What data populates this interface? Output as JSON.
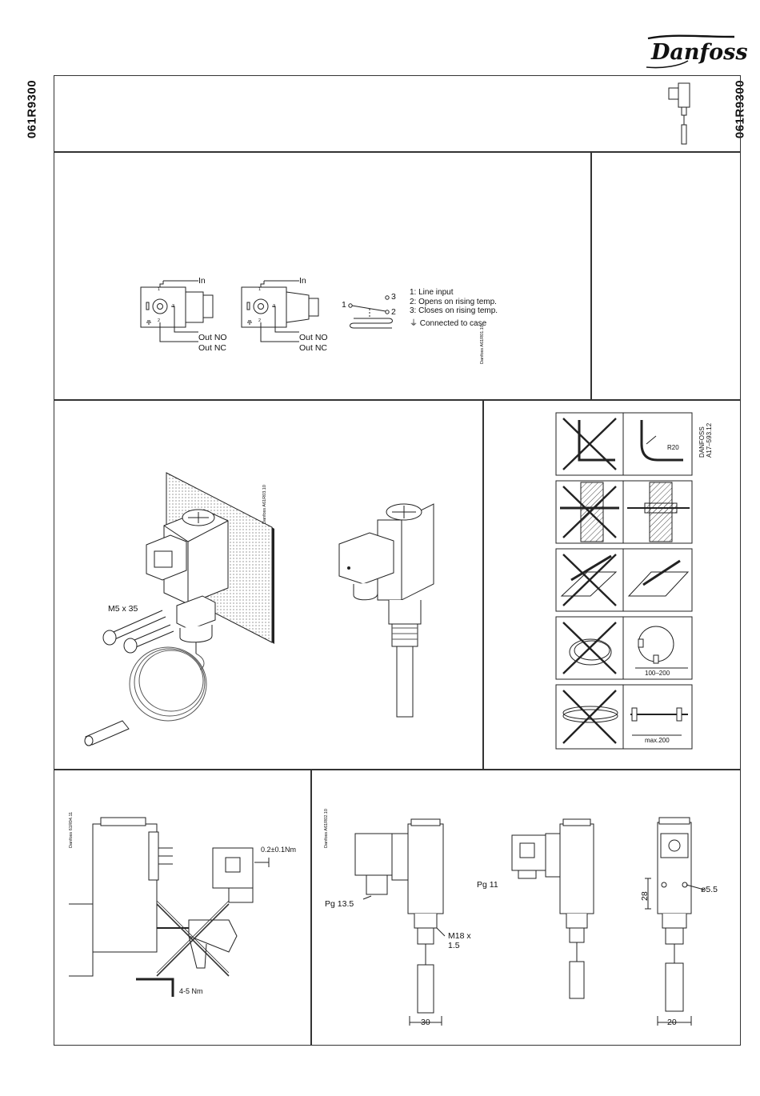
{
  "brand": {
    "logo_text": "Danfoss"
  },
  "doc_code": "061R9300",
  "wiring": {
    "terminals": {
      "one": "1",
      "two": "2",
      "three": "3"
    },
    "wire_in": "In",
    "wire_out_no": "Out NO",
    "wire_out_nc": "Out NC",
    "switch_pins": {
      "p1": "1",
      "p2": "2",
      "p3": "3"
    },
    "legend": [
      "1:  Line input",
      "2:  Opens on rising temp.",
      "3:  Closes on rising temp.",
      "⏚  Connected to case"
    ],
    "ref": "Danfoss A61R01.10"
  },
  "mounting": {
    "screw_label": "M5 x 35",
    "ref": "Danfoss A61R03.10"
  },
  "capillary": {
    "ref_line1": "DANFOSS",
    "ref_line2": "A17–593.12",
    "bend_radius": "R20",
    "clip_spacing": "100–200",
    "max_spacing": "max.200"
  },
  "torque": {
    "ref": "Danfoss 61R04.11",
    "connector_torque": "0.2±0.1Nm",
    "wrench_torque": "4-5 Nm"
  },
  "dimensions": {
    "ref": "Danfoss A61R02.10",
    "pg135": "Pg 13.5",
    "thread": "M18 x 1.5",
    "width30": "30",
    "pg11": "Pg 11",
    "hole": "ø5.5",
    "height28": "28",
    "width20": "20"
  }
}
